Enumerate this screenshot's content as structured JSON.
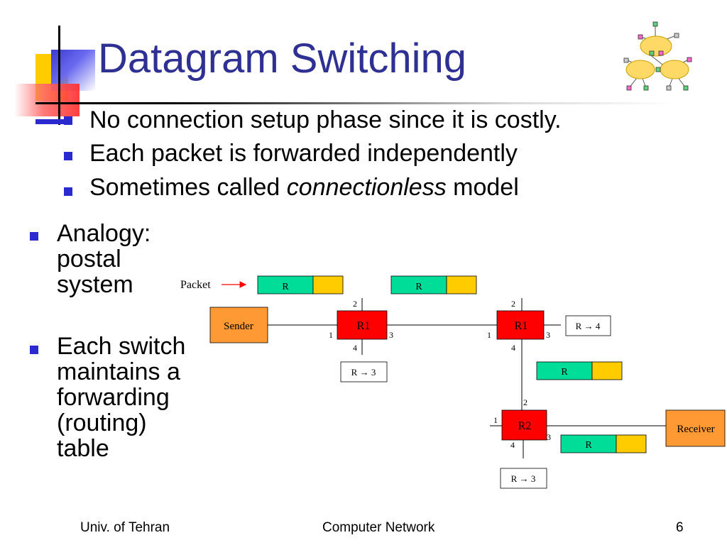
{
  "title": "Datagram Switching",
  "bullets": [
    "No connection setup phase since it is costly.",
    "Each packet is forwarded independently",
    "Sometimes called"
  ],
  "bullet3_italic": "connectionless",
  "bullet3_tail": " model",
  "left_bullets": [
    [
      "Analogy:",
      "postal",
      "system"
    ],
    [
      "Each switch",
      "maintains a",
      "forwarding",
      "(routing)",
      "table"
    ]
  ],
  "diagram": {
    "packet_label": "Packet",
    "sender": "Sender",
    "receiver": "Receiver",
    "router_a": "R1",
    "router_b": "R1",
    "router_c": "R2",
    "packet_header": "R",
    "table_a": "R → 3",
    "table_b": "R → 4",
    "table_c": "R → 3",
    "ports": {
      "p1": "1",
      "p2": "2",
      "p3": "3",
      "p4": "4"
    },
    "colors": {
      "router": "#ff0000",
      "endpoint": "#ff9933",
      "packet_head": "#00dd99",
      "packet_body": "#ffcc00"
    }
  },
  "footer": {
    "left": "Univ. of Tehran",
    "center": "Computer Network",
    "page": "6"
  }
}
